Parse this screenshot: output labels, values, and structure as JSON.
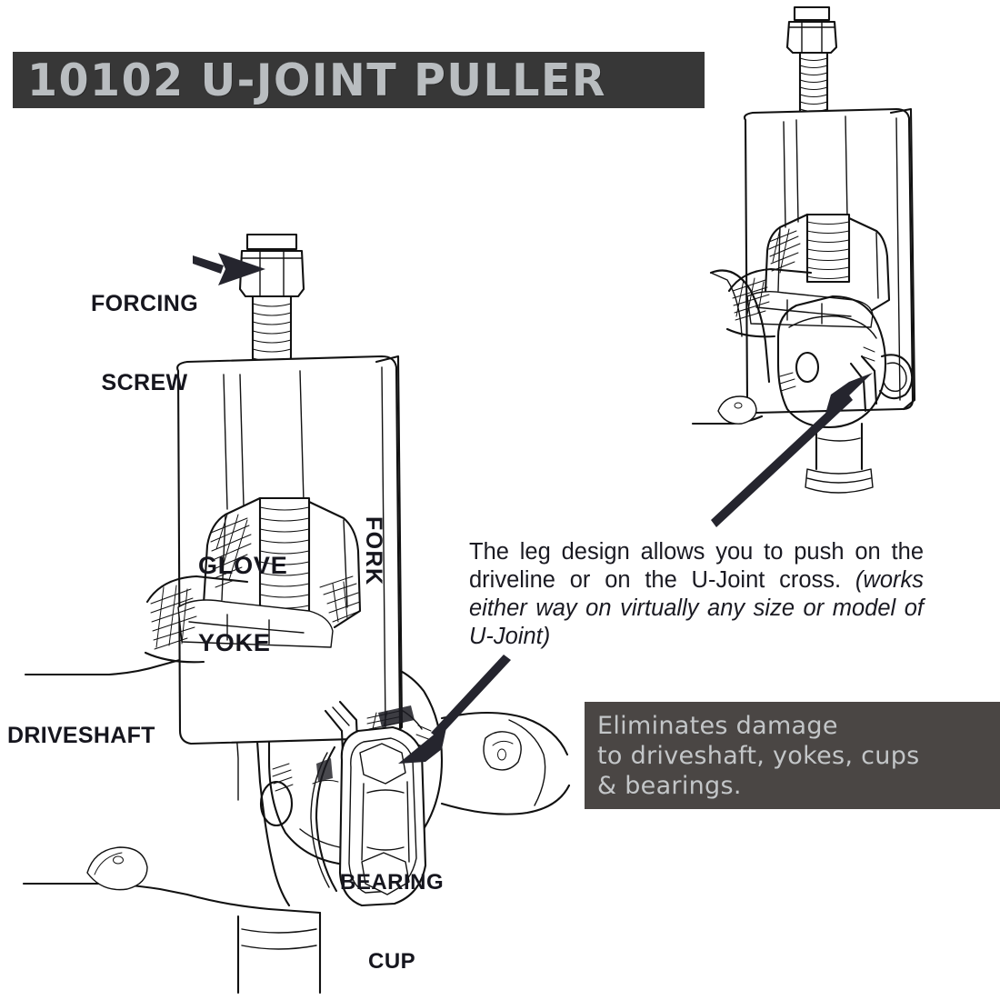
{
  "title_banner": {
    "text": "10102 U-JOINT PULLER",
    "background_color": "#373737",
    "text_color": "#b9bdc0"
  },
  "labels": {
    "forcing_screw_line1": "FORCING",
    "forcing_screw_line2": "SCREW",
    "glove": "GLOVE",
    "yoke": "YOKE",
    "fork": "FORK",
    "driveshaft": "DRIVESHAFT",
    "bearing_cup_line1": "BEARING",
    "bearing_cup_line2": "CUP"
  },
  "leg_design": {
    "normal_text": "The leg design allows you to push on the driveline or on the U-Joint cross. ",
    "italic_text": "(works either way on virtually any size or model of U-Joint)"
  },
  "eliminates_callout": {
    "line1": "Eliminates damage",
    "line2": "to driveshaft, yokes, cups",
    "line3": "& bearings.",
    "background_color": "#4a4644",
    "text_color": "#c3c6c8"
  },
  "illustrations": {
    "main_drawing": "u-joint-puller-installed-on-driveshaft",
    "inset_drawing": "u-joint-puller-alternate-angle",
    "arrow_to_forcing_screw": "arrow-pointing-right",
    "arrow_to_bearing_cup": "arrow-pointing-down-left",
    "arrow_to_cross": "arrow-pointing-up-right"
  }
}
